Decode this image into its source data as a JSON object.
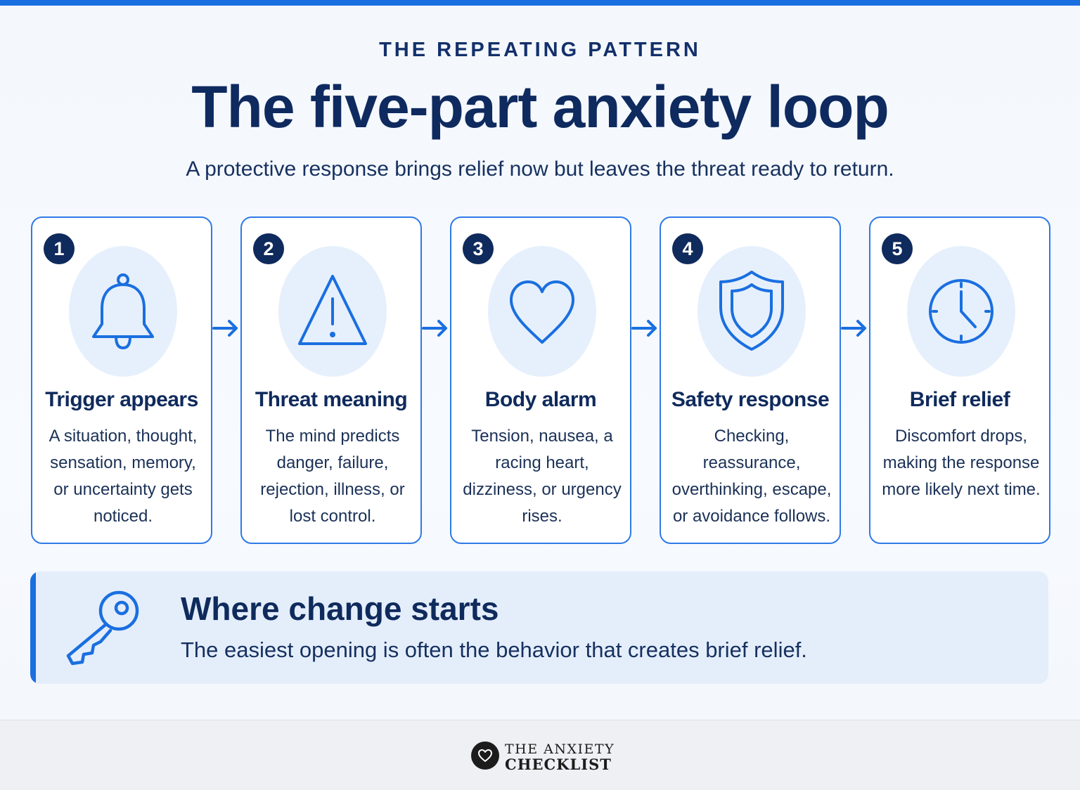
{
  "header": {
    "eyebrow": "THE REPEATING PATTERN",
    "title": "The five-part anxiety loop",
    "subtitle": "A protective response brings relief now but leaves the threat ready to return."
  },
  "steps": [
    {
      "number": "1",
      "icon": "bell-icon",
      "title": "Trigger appears",
      "description": "A situation, thought, sensation, memory, or uncertainty gets noticed."
    },
    {
      "number": "2",
      "icon": "warning-triangle-icon",
      "title": "Threat meaning",
      "description": "The mind predicts danger, failure, rejection, illness, or lost control."
    },
    {
      "number": "3",
      "icon": "heart-icon",
      "title": "Body alarm",
      "description": "Tension, nausea, a racing heart, dizziness, or urgency rises."
    },
    {
      "number": "4",
      "icon": "shield-icon",
      "title": "Safety response",
      "description": "Checking, reassurance, overthinking, escape, or avoidance follows."
    },
    {
      "number": "5",
      "icon": "clock-icon",
      "title": "Brief relief",
      "description": "Discomfort drops, making the response more likely next time."
    }
  ],
  "callout": {
    "icon": "key-icon",
    "title": "Where change starts",
    "text": "The easiest opening is often the behavior that creates brief relief."
  },
  "footer": {
    "logo_icon": "heart-badge-icon",
    "logo_top": "THE ANXIETY",
    "logo_bottom": "CHECKLIST"
  },
  "colors": {
    "accent": "#1a6fe0",
    "navy": "#0f2a5c",
    "icon_bubble": "#e6f0fc",
    "callout_bg": "#e4eefb"
  }
}
